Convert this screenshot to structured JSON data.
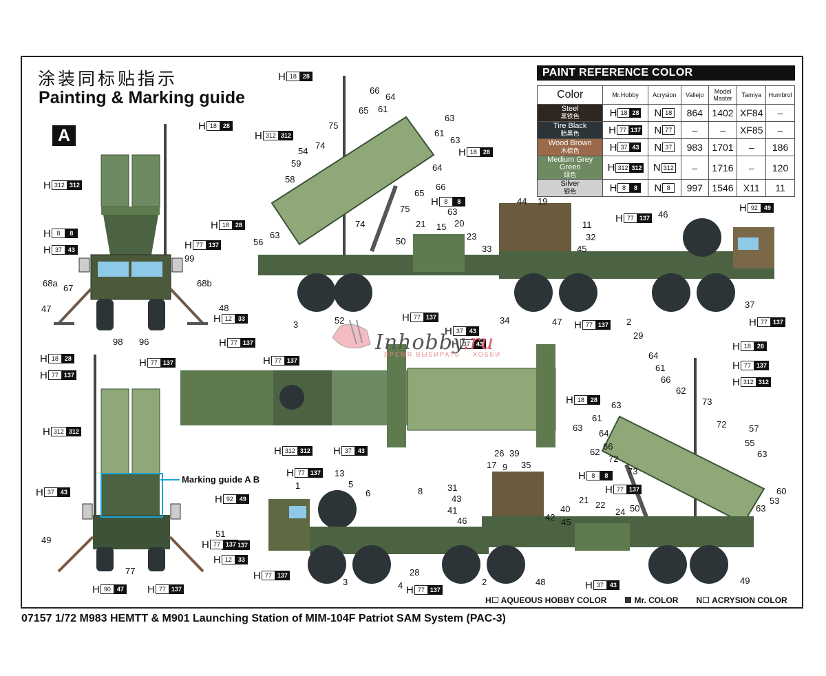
{
  "header": {
    "title_cn": "涂装同标贴指示",
    "title_en": "Painting & Marking guide",
    "section": "A"
  },
  "paint_table": {
    "title": "PAINT  REFERENCE COLOR",
    "columns": [
      "Color",
      "Mr.Hobby",
      "Acrysion",
      "Vallejo",
      "Model Master",
      "Tamiya",
      "Humbrol"
    ],
    "rows": [
      {
        "name": "Steel",
        "name_cn": "黑铁色",
        "swatch": "#2e2620",
        "mrhobby_h": "18",
        "mrhobby_c": "28",
        "acrysion": "18",
        "vallejo": "864",
        "model_master": "1402",
        "tamiya": "XF84",
        "humbrol": "–"
      },
      {
        "name": "Tire Black",
        "name_cn": "胎黑色",
        "swatch": "#2c3438",
        "mrhobby_h": "77",
        "mrhobby_c": "137",
        "acrysion": "77",
        "vallejo": "–",
        "model_master": "–",
        "tamiya": "XF85",
        "humbrol": "–"
      },
      {
        "name": "Wood Brown",
        "name_cn": "木棕色",
        "swatch": "#9a6a4a",
        "mrhobby_h": "37",
        "mrhobby_c": "43",
        "acrysion": "37",
        "vallejo": "983",
        "model_master": "1701",
        "tamiya": "–",
        "humbrol": "186"
      },
      {
        "name": "Medium Grey Green",
        "name_cn": "绿色",
        "swatch": "#6e8a62",
        "mrhobby_h": "312",
        "mrhobby_c": "312",
        "acrysion": "312",
        "vallejo": "–",
        "model_master": "1716",
        "tamiya": "–",
        "humbrol": "120"
      },
      {
        "name": "Silver",
        "name_cn": "银色",
        "swatch": "#d0d0d0",
        "mrhobby_h": "8",
        "mrhobby_c": "8",
        "acrysion": "8",
        "vallejo": "997",
        "model_master": "1546",
        "tamiya": "X11",
        "humbrol": "11"
      }
    ]
  },
  "prefix": {
    "h": "H",
    "n": "N"
  },
  "callouts": {
    "front_view": {
      "tags": [
        [
          "18",
          "28"
        ],
        [
          "312",
          "312"
        ],
        [
          "8",
          "8"
        ],
        [
          "37",
          "43"
        ],
        [
          "77",
          "137"
        ],
        [
          "12",
          "33"
        ],
        [
          "77",
          "137"
        ],
        [
          "77",
          "137"
        ]
      ],
      "numbers": [
        "99",
        "68a",
        "67",
        "68b",
        "47",
        "48",
        "98",
        "96"
      ]
    },
    "rear_view": {
      "tags": [
        [
          "18",
          "28"
        ],
        [
          "77",
          "137"
        ],
        [
          "312",
          "312"
        ],
        [
          "37",
          "43"
        ],
        [
          "77",
          "137"
        ],
        [
          "12",
          "33"
        ],
        [
          "90",
          "47"
        ],
        [
          "77",
          "137"
        ]
      ],
      "numbers": [
        "49",
        "51",
        "77"
      ]
    },
    "side_top": {
      "tags": [
        [
          "18",
          "28"
        ],
        [
          "312",
          "312"
        ],
        [
          "18",
          "28"
        ],
        [
          "8",
          "8"
        ],
        [
          "18",
          "28"
        ],
        [
          "77",
          "137"
        ],
        [
          "37",
          "43"
        ],
        [
          "77",
          "137"
        ],
        [
          "92",
          "49"
        ],
        [
          "77",
          "137"
        ],
        [
          "77",
          "137"
        ]
      ],
      "numbers": [
        "66",
        "64",
        "65",
        "61",
        "75",
        "63",
        "61",
        "63",
        "54",
        "74",
        "59",
        "58",
        "64",
        "66",
        "65",
        "75",
        "63",
        "74",
        "63",
        "56",
        "50",
        "21",
        "15",
        "20",
        "23",
        "33",
        "44",
        "19",
        "11",
        "32",
        "45",
        "46",
        "3",
        "52",
        "34",
        "47",
        "2",
        "29",
        "37",
        "1"
      ]
    },
    "top_view": {
      "tags": [
        [
          "77",
          "137"
        ],
        [
          "77",
          "137"
        ],
        [
          "37",
          "43"
        ],
        [
          "77",
          "137"
        ],
        [
          "312",
          "312"
        ],
        [
          "37",
          "43"
        ]
      ]
    },
    "side_bottom": {
      "tags": [
        [
          "77",
          "137"
        ],
        [
          "92",
          "49"
        ],
        [
          "77",
          "137"
        ],
        [
          "77",
          "137"
        ],
        [
          "77",
          "137"
        ],
        [
          "18",
          "28"
        ],
        [
          "77",
          "137"
        ],
        [
          "312",
          "312"
        ],
        [
          "18",
          "28"
        ],
        [
          "8",
          "8"
        ],
        [
          "77",
          "137"
        ],
        [
          "37",
          "43"
        ]
      ],
      "numbers": [
        "13",
        "1",
        "5",
        "6",
        "8",
        "26",
        "39",
        "17",
        "9",
        "35",
        "31",
        "43",
        "41",
        "46",
        "40",
        "42",
        "45",
        "64",
        "61",
        "66",
        "62",
        "63",
        "61",
        "63",
        "64",
        "66",
        "62",
        "72",
        "73",
        "73",
        "72",
        "57",
        "55",
        "63",
        "60",
        "53",
        "63",
        "21",
        "22",
        "24",
        "50",
        "3",
        "4",
        "28",
        "2",
        "48",
        "49"
      ]
    },
    "marking_guide": "Marking guide  A  B"
  },
  "legend": {
    "items": [
      {
        "prefix": "H",
        "label": "AQUEOUS HOBBY COLOR"
      },
      {
        "prefix": "",
        "label": "Mr. COLOR"
      },
      {
        "prefix": "N",
        "label": "ACRYSION COLOR"
      }
    ]
  },
  "footer": {
    "title": "07157 1/72 M983 HEMTT & M901 Launching Station of MIM-104F Patriot SAM System (PAC-3)"
  },
  "watermark": {
    "text_main": "Inhobby",
    "text_tld": ".ru",
    "tagline_left": "ВРЕМЯ ВЫБИРАТЬ",
    "tagline_right": "ХОББИ"
  },
  "colors": {
    "olive": "#5f7a4e",
    "light_green": "#8fa877",
    "dark_green": "#3e5238",
    "brown": "#8a5c3e",
    "black_camo": "#2b2620",
    "marking_blue": "#1aa3d9"
  }
}
